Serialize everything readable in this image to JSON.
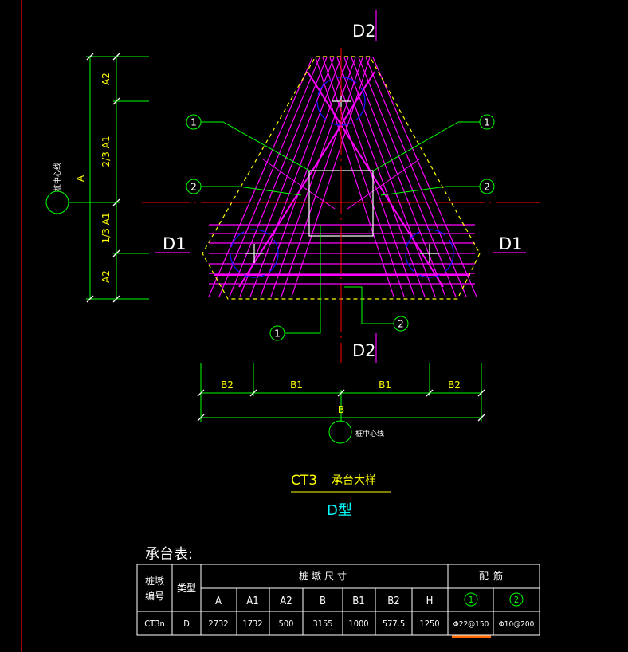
{
  "drawing": {
    "section_label_top": "D2",
    "section_label_bottom": "D2",
    "section_label_left": "D1",
    "section_label_right": "D1",
    "callouts": [
      "1",
      "1",
      "2",
      "2",
      "1",
      "2"
    ],
    "dim_left": {
      "a2_top": "A2",
      "two_third_a1": "2/3 A1",
      "one_third_a1": "1/3 A1",
      "a2_bottom": "A2",
      "overall": "A",
      "pile_center_label": "桩中心线"
    },
    "dim_bottom": {
      "b2_left": "B2",
      "b1_left": "B1",
      "b1_right": "B1",
      "b2_right": "B2",
      "overall": "B",
      "pile_center_label": "桩中心线"
    },
    "title": {
      "code": "CT3",
      "name": "承台大样",
      "type": "D型"
    },
    "colors": {
      "background": "#000000",
      "outline": "#ffff00",
      "rebar": "#ff00ff",
      "axis": "#ff0000",
      "dimension": "#00ff00",
      "dim_text": "#ffff00",
      "white": "#ffffff",
      "pile_circle": "#1515ff",
      "highlight": "#ff6a00"
    }
  },
  "table": {
    "title": "承台表:",
    "headers": {
      "id_line1": "桩墩",
      "id_line2": "编号",
      "type": "类型",
      "dimensions_group": "桩墩尺寸",
      "rebar_group": "配筋",
      "dimension_columns": [
        "A",
        "A1",
        "A2",
        "B",
        "B1",
        "B2",
        "H"
      ],
      "rebar_columns": [
        "1",
        "2"
      ]
    },
    "rows": [
      {
        "id": "CT3n",
        "type": "D",
        "A": "2732",
        "A1": "1732",
        "A2": "500",
        "B": "3155",
        "B1": "1000",
        "B2": "577.5",
        "H": "1250",
        "rebar1": "Φ22@150",
        "rebar2": "Φ10@200"
      }
    ]
  }
}
